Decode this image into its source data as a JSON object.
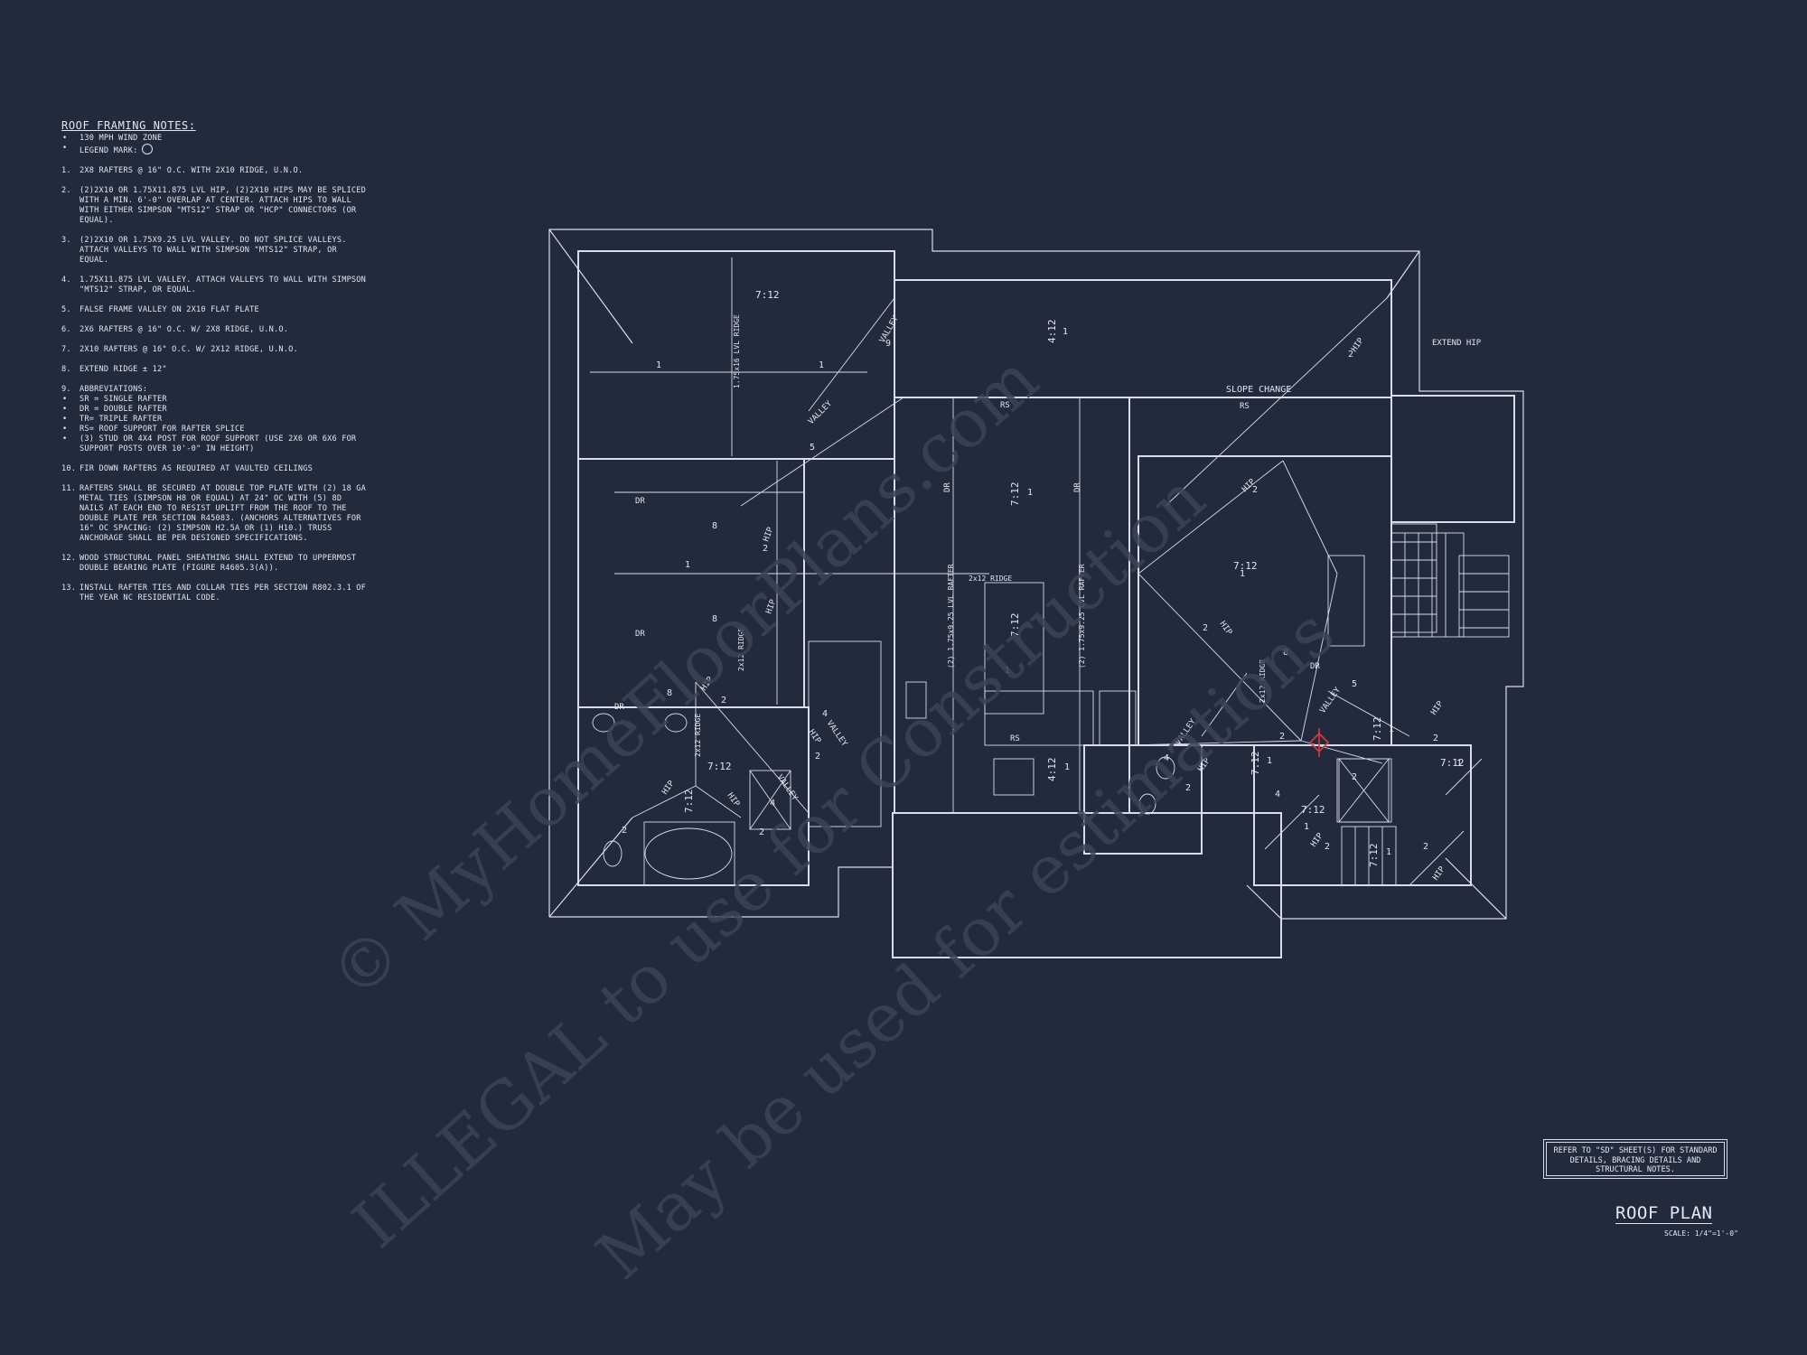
{
  "colors": {
    "background": "#232a3d",
    "linework": "#d9dcea",
    "marker": "#d93a3a"
  },
  "notes": {
    "title": "ROOF FRAMING NOTES:",
    "bullets": [
      "130 MPH WIND ZONE",
      "LEGEND MARK:"
    ],
    "items": [
      {
        "n": "1.",
        "text": "2x8 RAFTERS @ 16\" O.C. WITH 2x10 RIDGE, U.N.O."
      },
      {
        "n": "2.",
        "text": "(2)2x10 OR 1.75x11.875 LVL HIP, (2)2x10 HIPS MAY BE SPLICED WITH A MIN. 6'-0\" OVERLAP AT CENTER. ATTACH HIPS TO WALL WITH EITHER SIMPSON \"MTS12\" STRAP OR \"HCP\" CONNECTORS (OR EQUAL)."
      },
      {
        "n": "3.",
        "text": "(2)2x10 OR 1.75x9.25 LVL VALLEY. DO NOT SPLICE VALLEYS. ATTACH VALLEYS TO WALL WITH SIMPSON \"MTS12\" STRAP, OR EQUAL."
      },
      {
        "n": "4.",
        "text": "1.75x11.875 LVL VALLEY. ATTACH VALLEYS TO WALL WITH SIMPSON \"MTS12\" STRAP, OR EQUAL."
      },
      {
        "n": "5.",
        "text": "FALSE FRAME VALLEY ON 2x10 FLAT PLATE"
      },
      {
        "n": "6.",
        "text": "2x6 RAFTERS @ 16\" O.C. W/ 2x8 RIDGE, U.N.O."
      },
      {
        "n": "7.",
        "text": "2x10 RAFTERS @ 16\" O.C. W/ 2x12 RIDGE, U.N.O."
      },
      {
        "n": "8.",
        "text": "EXTEND RIDGE ± 12\""
      },
      {
        "n": "9.",
        "text": "ABBREVIATIONS:"
      },
      {
        "n": "10.",
        "text": "FIR DOWN RAFTERS AS REQUIRED AT VAULTED CEILINGS"
      },
      {
        "n": "11.",
        "text": "RAFTERS SHALL BE SECURED AT DOUBLE TOP PLATE WITH (2) 18 GA METAL TIES (SIMPSON H8 OR EQUAL) AT 24\" OC WITH (5) 8d NAILS AT EACH END TO RESIST UPLIFT FROM THE ROOF TO THE DOUBLE PLATE PER SECTION R45083. (ANCHORS ALTERNATIVES FOR 16\" OC SPACING: (2) SIMPSON H2.5A OR (1) H10.) TRUSS ANCHORAGE SHALL BE PER DESIGNED SPECIFICATIONS."
      },
      {
        "n": "12.",
        "text": "WOOD STRUCTURAL PANEL SHEATHING SHALL EXTEND TO UPPERMOST DOUBLE BEARING PLATE (FIGURE R4605.3(A))."
      },
      {
        "n": "13.",
        "text": "INSTALL RAFTER TIES AND COLLAR TIES PER SECTION R802.3.1 OF THE YEAR NC RESIDENTIAL CODE."
      }
    ],
    "abbreviations": [
      "SR = SINGLE RAFTER",
      "DR = DOUBLE RAFTER",
      "TR= TRIPLE RAFTER",
      "RS= ROOF SUPPORT FOR RAFTER SPLICE",
      "(3) STUD OR 4x4 POST FOR ROOF SUPPORT (USE 2X6 OR 6X6 FOR SUPPORT POSTS OVER 10'-0\" IN HEIGHT)"
    ]
  },
  "plan_labels": {
    "pitch_712": "7:12",
    "pitch_412": "4:12",
    "one": "1",
    "two": "2",
    "four": "4",
    "five": "5",
    "eight": "8",
    "nine": "9",
    "lvl_ridge": "1.75x16 LVL RIDGE",
    "lvl_rafter": "(2) 1.75x9.25 LVL RAFTER",
    "ridge_2x12": "2x12 RIDGE",
    "valley": "VALLEY",
    "hip": "HIP",
    "dr": "DR",
    "rs": "RS",
    "slope_change": "SLOPE CHANGE",
    "extend_hip": "EXTEND HIP"
  },
  "reference_note": "REFER TO \"SD\" SHEET(S) FOR STANDARD DETAILS, BRACING DETAILS AND STRUCTURAL NOTES.",
  "sheet_title": "ROOF PLAN",
  "scale": "SCALE: 1/4\"=1'-0\"",
  "watermark": [
    "© MyHomeFloorPlans.com",
    "ILLEGAL to use for Construction",
    "May be used for estimations"
  ]
}
